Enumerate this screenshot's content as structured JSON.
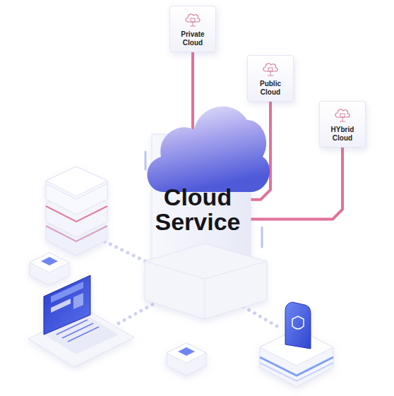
{
  "diagram": {
    "nodes": [
      {
        "text": [
          "Private Cloud"
        ]
      },
      {
        "text": [
          "Public Cloud"
        ]
      },
      {
        "text": [
          "HYbrid Cloud"
        ]
      },
      {
        "text": [
          "Cloud Service"
        ]
      }
    ],
    "edges": [
      {
        "from": 3,
        "to": 0,
        "arrow": "none"
      },
      {
        "from": 3,
        "to": 1,
        "arrow": "none"
      },
      {
        "from": 3,
        "to": 2,
        "arrow": "none"
      }
    ]
  }
}
